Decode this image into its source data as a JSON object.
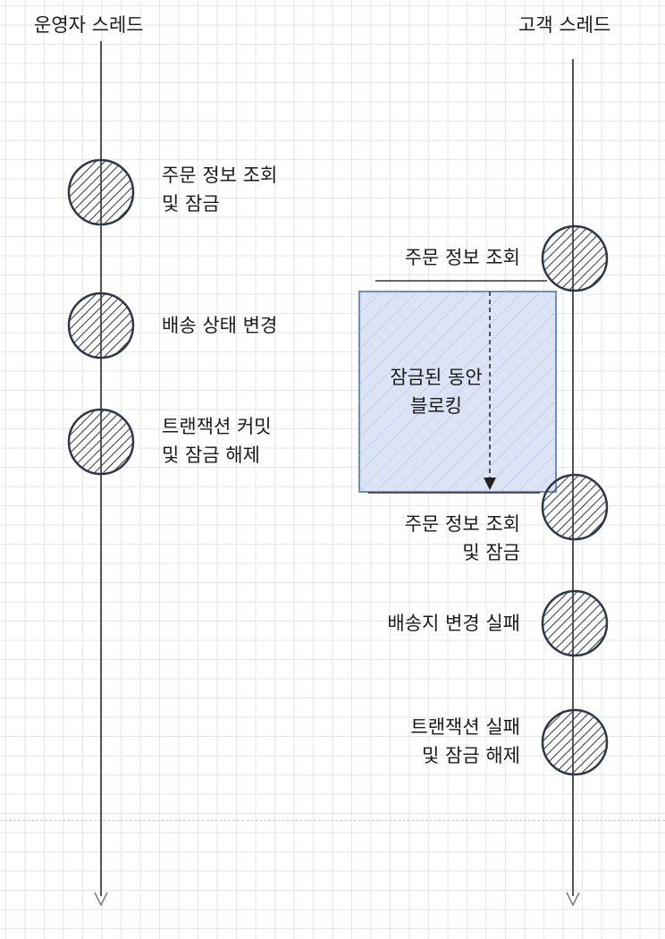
{
  "threads": {
    "operator": {
      "title": "운영자 스레드"
    },
    "customer": {
      "title": "고객 스레드"
    }
  },
  "operator_steps": [
    {
      "label": "주문 정보 조회\n및 잠금"
    },
    {
      "label": "배송 상태 변경"
    },
    {
      "label": "트랜잭션 커밋\n및 잠금 해제"
    }
  ],
  "customer_steps": [
    {
      "label": "주문 정보 조회"
    },
    {
      "label": "주문 정보 조회\n및 잠금"
    },
    {
      "label": "배송지 변경 실패"
    },
    {
      "label": "트랜잭션 실패\n및 잠금 해제"
    }
  ],
  "blocking": {
    "label": "잠금된 동안\n블로킹"
  },
  "colors": {
    "lifeline": "#555555",
    "node_stroke": "#2d3748",
    "hatch": "#444444",
    "block_fill": "#dbe3f4",
    "block_stroke": "#6c8ebf",
    "block_hatch": "#aebfe2",
    "grid": "#e6e6e6"
  }
}
